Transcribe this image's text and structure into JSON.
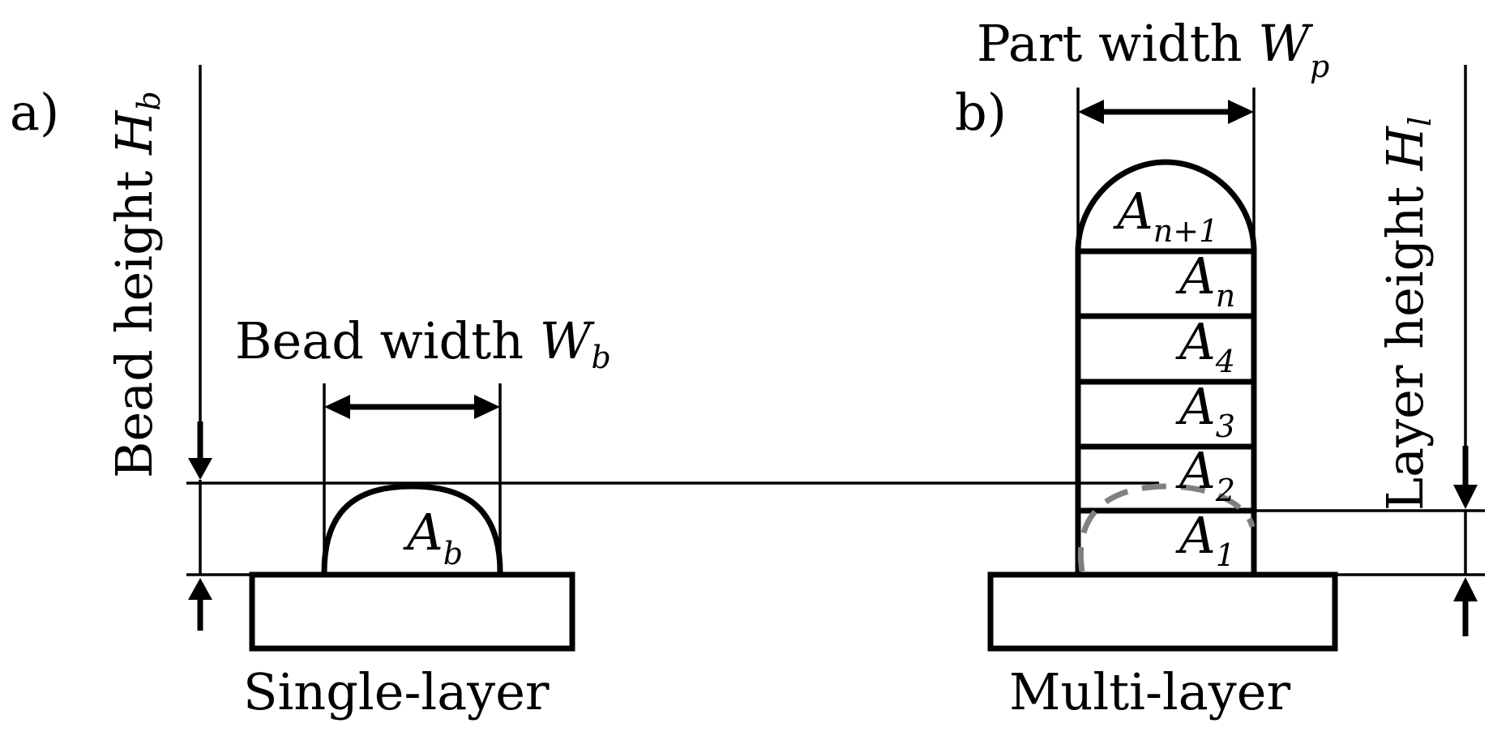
{
  "panel_a": {
    "tag": "a)",
    "bead_height": {
      "text": "Bead height ",
      "symbol": "H",
      "sub": "b"
    },
    "bead_width": {
      "text": "Bead width ",
      "symbol": "W",
      "sub": "b"
    },
    "bead_area": {
      "symbol": "A",
      "sub": "b"
    },
    "caption": "Single-layer"
  },
  "panel_b": {
    "tag": "b)",
    "part_width": {
      "text": "Part width ",
      "symbol": "W",
      "sub": "p"
    },
    "layer_height": {
      "text": "Layer height ",
      "symbol": "H",
      "sub": "l"
    },
    "layers": [
      {
        "symbol": "A",
        "sub": "n+1"
      },
      {
        "symbol": "A",
        "sub": "n"
      },
      {
        "symbol": "A",
        "sub": "4"
      },
      {
        "symbol": "A",
        "sub": "3"
      },
      {
        "symbol": "A",
        "sub": "2"
      },
      {
        "symbol": "A",
        "sub": "1"
      }
    ],
    "caption": "Multi-layer"
  },
  "colors": {
    "ink": "#000000",
    "dashed_outline": "#808080"
  }
}
